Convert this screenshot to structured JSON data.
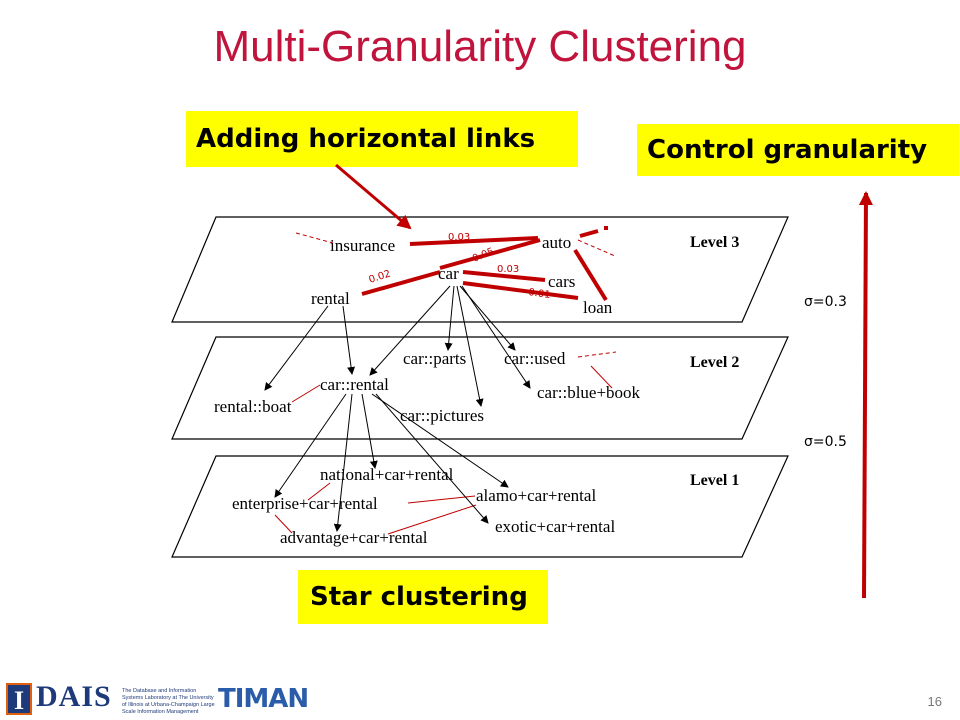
{
  "slide": {
    "title": "Multi-Granularity Clustering",
    "page_number": "16"
  },
  "callouts": {
    "horizontal_links": "Adding horizontal links",
    "control_granularity": "Control granularity",
    "star_clustering": "Star clustering"
  },
  "levels": {
    "level3": {
      "label": "Level 3",
      "nodes": [
        "insurance",
        "auto",
        "car",
        "cars",
        "rental",
        "loan"
      ],
      "weights": [
        "0.03",
        "0.05",
        "0.03",
        "0.02",
        "0.01"
      ]
    },
    "level2": {
      "label": "Level 2",
      "nodes": [
        "car::parts",
        "car::used",
        "car::rental",
        "car::blue+book",
        "rental::boat",
        "car::pictures"
      ]
    },
    "level1": {
      "label": "Level 1",
      "nodes": [
        "national+car+rental",
        "alamo+car+rental",
        "enterprise+car+rental",
        "exotic+car+rental",
        "advantage+car+rental"
      ]
    }
  },
  "sigma": {
    "high": "σ=0.3",
    "low": "σ=0.5"
  },
  "footer": {
    "logo_text_1": "I",
    "logo_text_2": "DAIS",
    "lab_name": "The Database and Information Systems Laboratory at The University of Illinois at Urbana-Champaign Large Scale Information Management",
    "logo_text_3": "TIMAN"
  },
  "colors": {
    "title": "#c0143c",
    "highlight": "#ffff00",
    "link": "#c00000"
  }
}
